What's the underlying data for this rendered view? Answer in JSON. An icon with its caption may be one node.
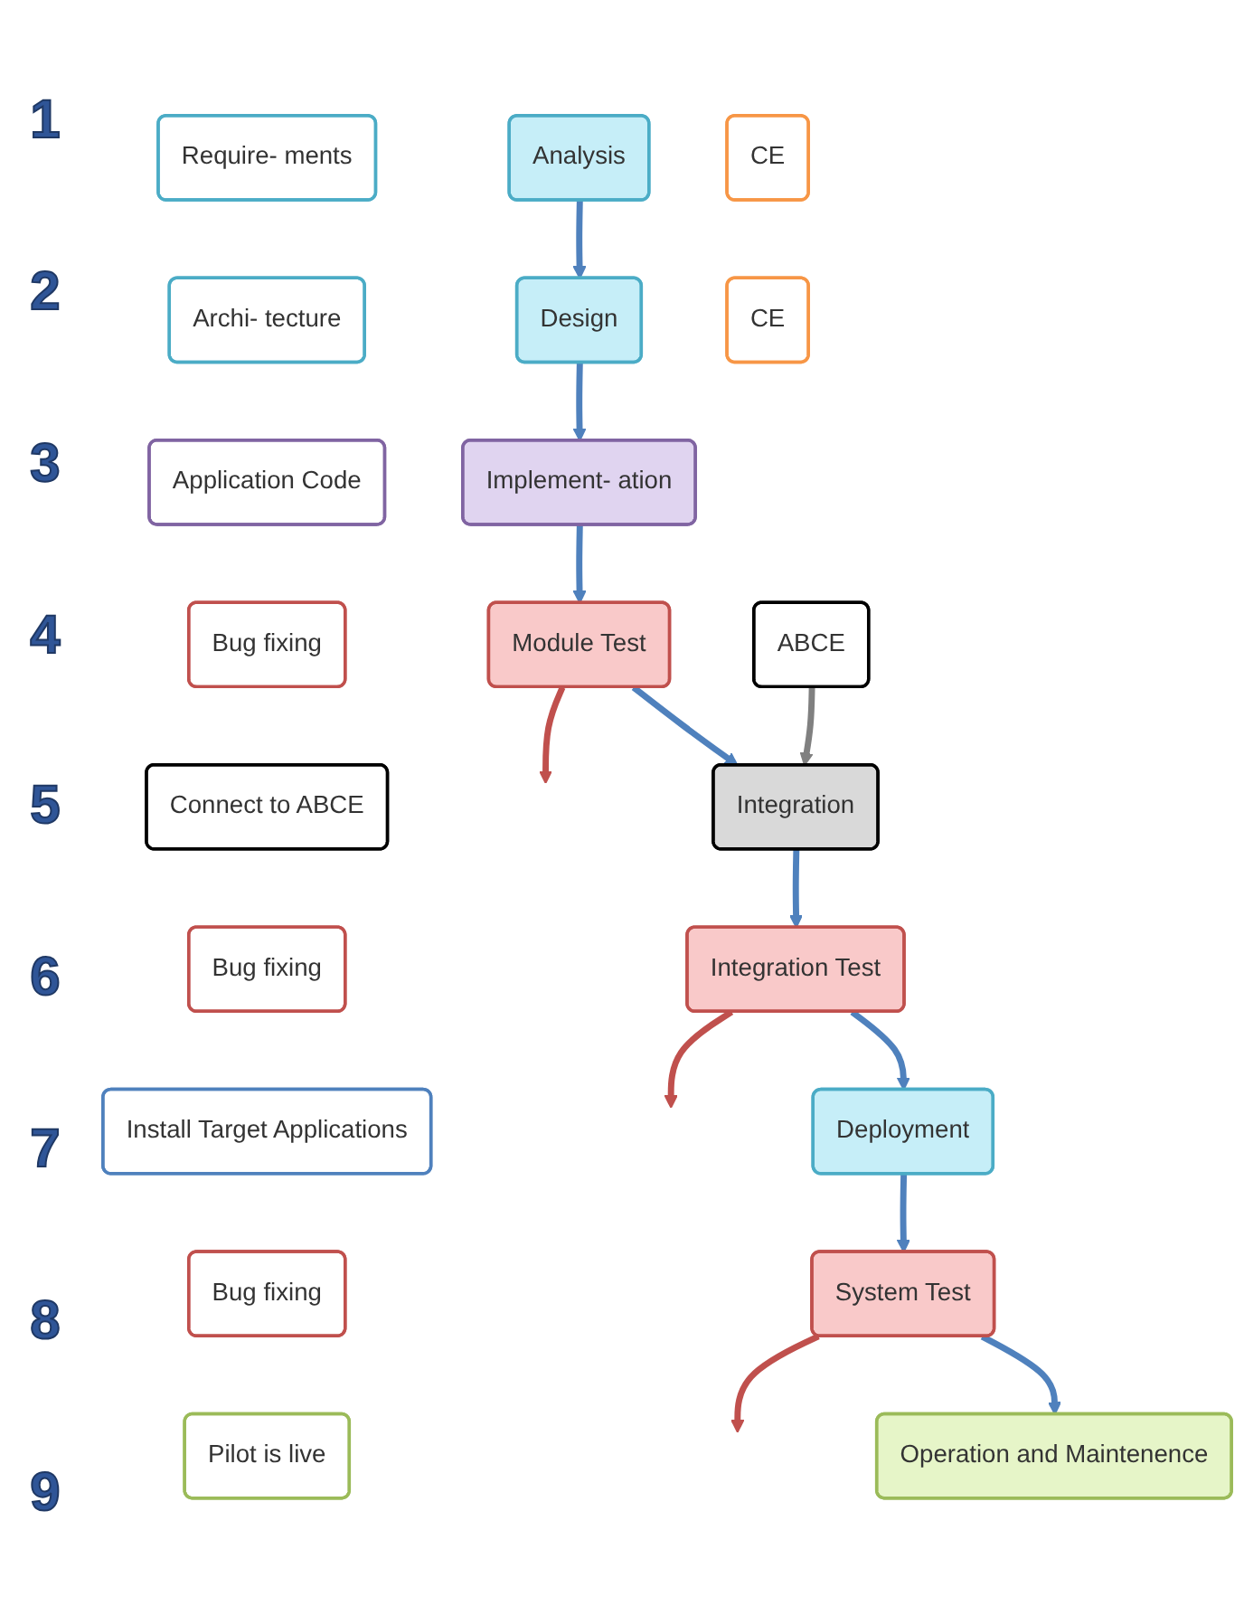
{
  "diagram": {
    "nodes": [
      {
        "text": [
          "Analysis"
        ]
      },
      {
        "text": [
          "Design"
        ]
      },
      {
        "text": [
          "Implement- ation"
        ]
      },
      {
        "text": [
          "Module Test"
        ]
      },
      {
        "text": [
          "Integration"
        ]
      },
      {
        "text": [
          "Integration Test"
        ]
      },
      {
        "text": [
          "Deployment"
        ]
      },
      {
        "text": [
          "System Test"
        ]
      },
      {
        "text": [
          "Operation and Maintenence"
        ]
      },
      {
        "text": [
          "Require- ments"
        ]
      },
      {
        "text": [
          "Archi- tecture"
        ]
      },
      {
        "text": [
          "Application Code"
        ]
      },
      {
        "text": [
          "Bug fixing"
        ]
      },
      {
        "text": [
          "Connect to ABCE"
        ]
      },
      {
        "text": [
          "Bug fixing"
        ]
      },
      {
        "text": [
          "Install Target Applications"
        ]
      },
      {
        "text": [
          "Bug fixing"
        ]
      },
      {
        "text": [
          "Pilot is live"
        ]
      },
      {
        "text": [
          "ABCE"
        ]
      },
      {
        "text": [
          "CE"
        ]
      },
      {
        "text": [
          "CE"
        ]
      }
    ],
    "edges": [
      {
        "from": 0,
        "to": 1,
        "arrow": "to"
      },
      {
        "from": 1,
        "to": 2,
        "arrow": "to"
      },
      {
        "from": 2,
        "to": 3,
        "arrow": "to"
      },
      {
        "from": 3,
        "to": 4,
        "arrow": "to"
      },
      {
        "from": 4,
        "to": 5,
        "arrow": "to"
      },
      {
        "from": 5,
        "to": 6,
        "arrow": "to"
      },
      {
        "from": 6,
        "to": 7,
        "arrow": "to"
      },
      {
        "from": 7,
        "to": 8,
        "arrow": "to"
      },
      {
        "from": 3,
        "to": null,
        "arrow": "to",
        "color": "#c0504d"
      },
      {
        "from": 5,
        "to": null,
        "arrow": "to",
        "color": "#c0504d"
      },
      {
        "from": 7,
        "to": null,
        "arrow": "to",
        "color": "#c0504d"
      },
      {
        "from": 18,
        "to": 4,
        "arrow": "to",
        "color": "#808080"
      }
    ],
    "labels": [
      "1",
      "2",
      "3",
      "4",
      "5",
      "6",
      "7",
      "8",
      "9"
    ]
  }
}
